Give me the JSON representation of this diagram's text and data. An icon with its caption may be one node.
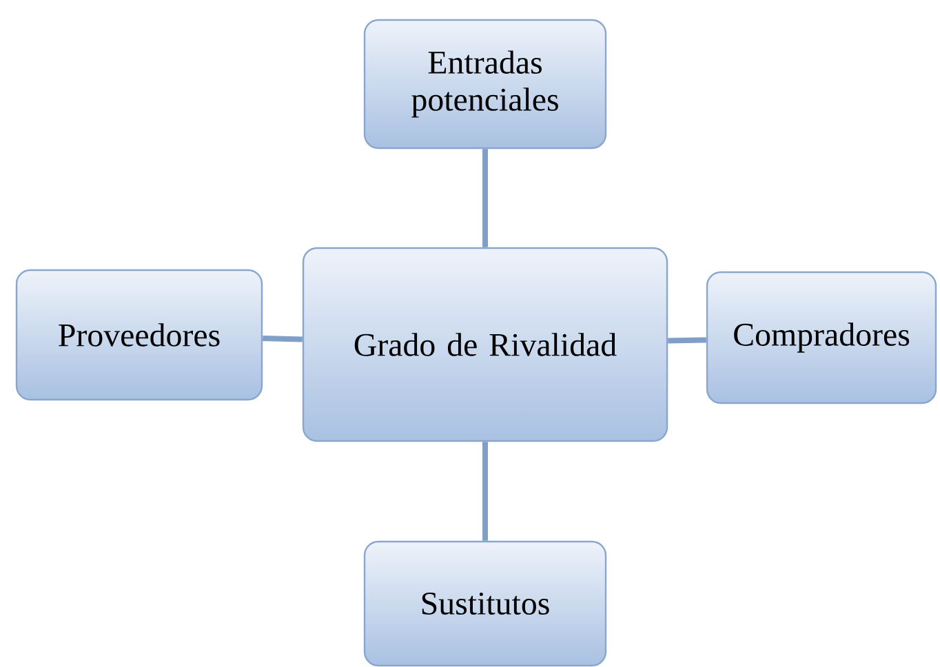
{
  "diagram": {
    "nodes": [
      {
        "text": [
          "Entradas potenciales"
        ]
      },
      {
        "text": [
          "Proveedores"
        ]
      },
      {
        "text": [
          "Grado de Rivalidad"
        ]
      },
      {
        "text": [
          "Compradores"
        ]
      },
      {
        "text": [
          "Sustitutos"
        ]
      }
    ],
    "edges": [
      {
        "from": 2,
        "to": 0,
        "arrow": "none"
      },
      {
        "from": 2,
        "to": 1,
        "arrow": "none"
      },
      {
        "from": 2,
        "to": 3,
        "arrow": "none"
      },
      {
        "from": 2,
        "to": 4,
        "arrow": "none"
      }
    ]
  }
}
